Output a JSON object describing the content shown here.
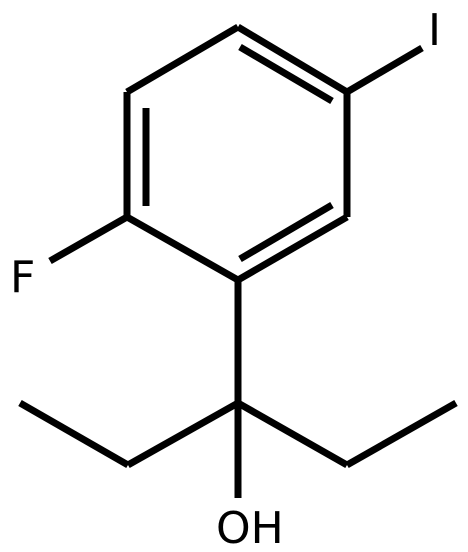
{
  "structure": {
    "atoms": {
      "iodine": "I",
      "fluorine": "F",
      "hydroxyl": "OH"
    },
    "colors": {
      "bond": "#000000",
      "label": "#000000",
      "background": "#ffffff"
    }
  }
}
